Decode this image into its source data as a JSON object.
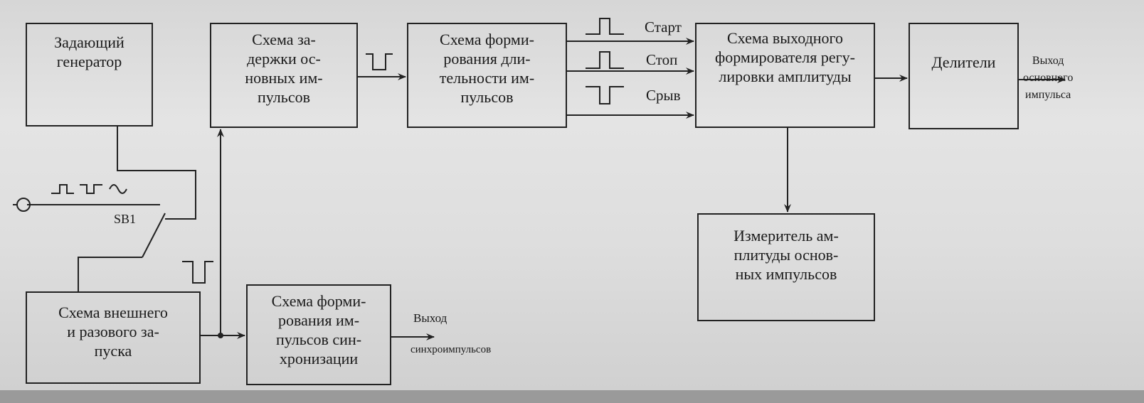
{
  "blocks": {
    "master_generator": "Задающий\nгенератор",
    "delay_circuit": "Схема за-\nдержки ос-\nновных им-\nпульсов",
    "duration_circuit": "Схема форми-\nрования дли-\nтельности им-\nпульсов",
    "output_shaper": "Схема выходного\nформирователя регу-\nлировки амплитуды",
    "dividers": "Делители",
    "amplitude_meter": "Измеритель ам-\nплитуды основ-\nных импульсов",
    "external_trigger": "Схема внешнего\nи разового за-\nпуска",
    "sync_circuit": "Схема форми-\nрования им-\nпульсов син-\nхронизации"
  },
  "labels": {
    "start": "Старт",
    "stop": "Стоп",
    "breakdown": "Срыв",
    "main_output": "Выход\nосновного\nимпульса",
    "sync_output_title": "Выход",
    "sync_output_sub": "синхроимпульсов",
    "switch": "SB1"
  }
}
